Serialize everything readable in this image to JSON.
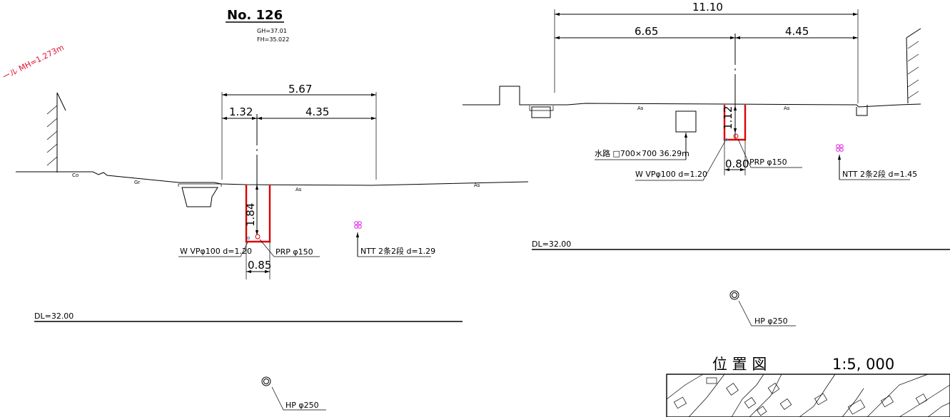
{
  "section_left": {
    "title": "No. 126",
    "gh": "GH=37.01",
    "fh": "FH=35.022",
    "diagonal_label": "ール MH=1.273m",
    "dims": {
      "total": "5.67",
      "left": "1.32",
      "right": "4.35",
      "depth": "1.84",
      "width": "0.85"
    },
    "surface_labels": {
      "co": "Co",
      "gr": "Gr",
      "as1": "As",
      "as2": "As"
    },
    "callouts": {
      "w_vp": "W VPφ100 d=1.20",
      "prp": "PRP φ150",
      "ntt": "NTT 2条2段 d=1.29",
      "hp": "HP φ250"
    },
    "datum": "DL=32.00"
  },
  "section_right": {
    "dims": {
      "total": "11.10",
      "left": "6.65",
      "right": "4.45",
      "depth": "1.12",
      "width": "0.80"
    },
    "surface_labels": {
      "as1": "As",
      "as2": "As"
    },
    "callouts": {
      "channel": "水路 □700×700 36.29m",
      "w_vp": "W VPφ100 d=1.20",
      "prp": "PRP φ150",
      "ntt": "NTT 2条2段 d=1.45",
      "hp": "HP φ250"
    },
    "datum": "DL=32.00"
  },
  "location_map": {
    "title": "位 置 図",
    "scale": "1:5, 000"
  },
  "colors": {
    "excavation": "#e00000",
    "ntt_marker": "#e020e0",
    "manhole_label": "#e0102a",
    "pipe_marker": "#20a0c0"
  }
}
